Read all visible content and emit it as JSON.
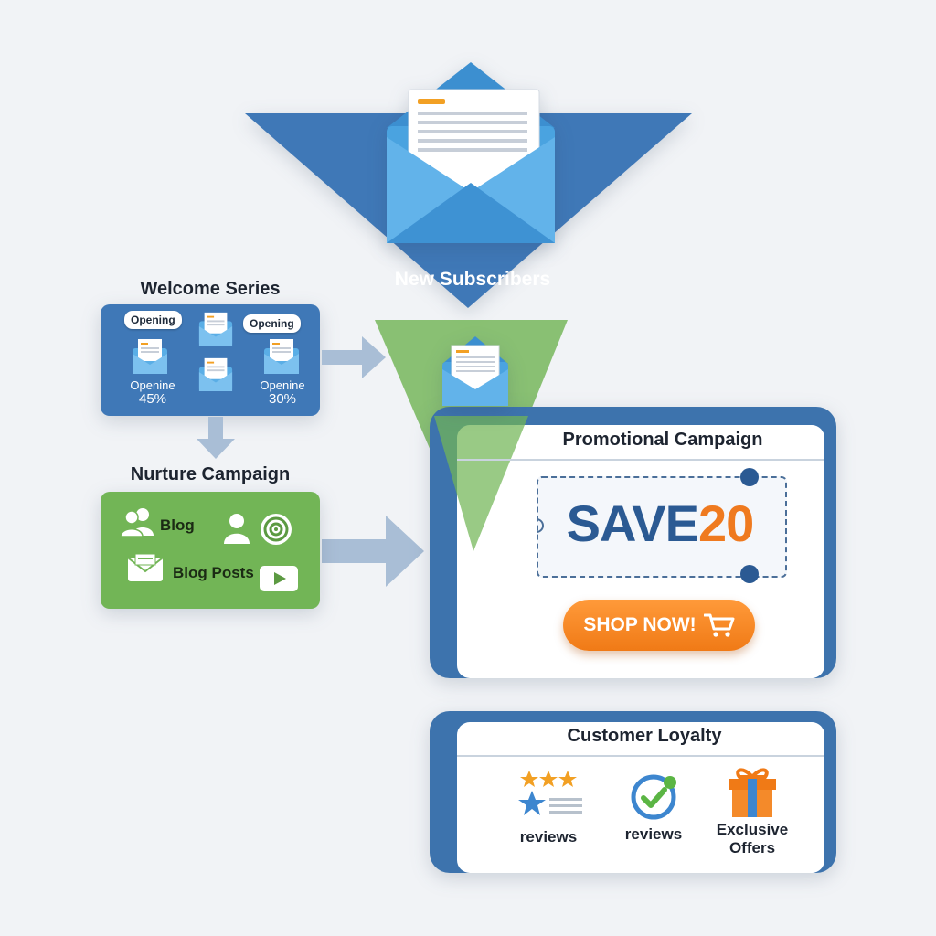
{
  "funnel": {
    "top_label": "New Subscribers",
    "colors": {
      "blue": "#3f78b7",
      "green": "#72b556",
      "envelope": "#4aa3e0"
    }
  },
  "welcome": {
    "title": "Welcome Series",
    "bubble_left": "Opening",
    "bubble_right": "Opening",
    "stat_left_label": "Openine",
    "stat_left_value": "45%",
    "stat_right_label": "Openine",
    "stat_right_value": "30%"
  },
  "nurture": {
    "title": "Nurture Campaign",
    "item_blog": "Blog",
    "item_blog_posts": "Blog Posts"
  },
  "promo": {
    "title": "Promotional Campaign",
    "code_part1": "SAVE",
    "code_part2": "20",
    "shop_label": "SHOP NOW!"
  },
  "loyalty": {
    "title": "Customer Loyalty",
    "item1": "reviews",
    "item2": "reviews",
    "item3_line1": "Exclusive",
    "item3_line2": "Offers"
  },
  "icons": [
    "envelope-icon",
    "users-icon",
    "user-icon",
    "target-icon",
    "play-icon",
    "cart-icon",
    "star-icon",
    "check-badge-icon",
    "gift-icon",
    "arrow-right-icon",
    "arrow-down-icon"
  ]
}
